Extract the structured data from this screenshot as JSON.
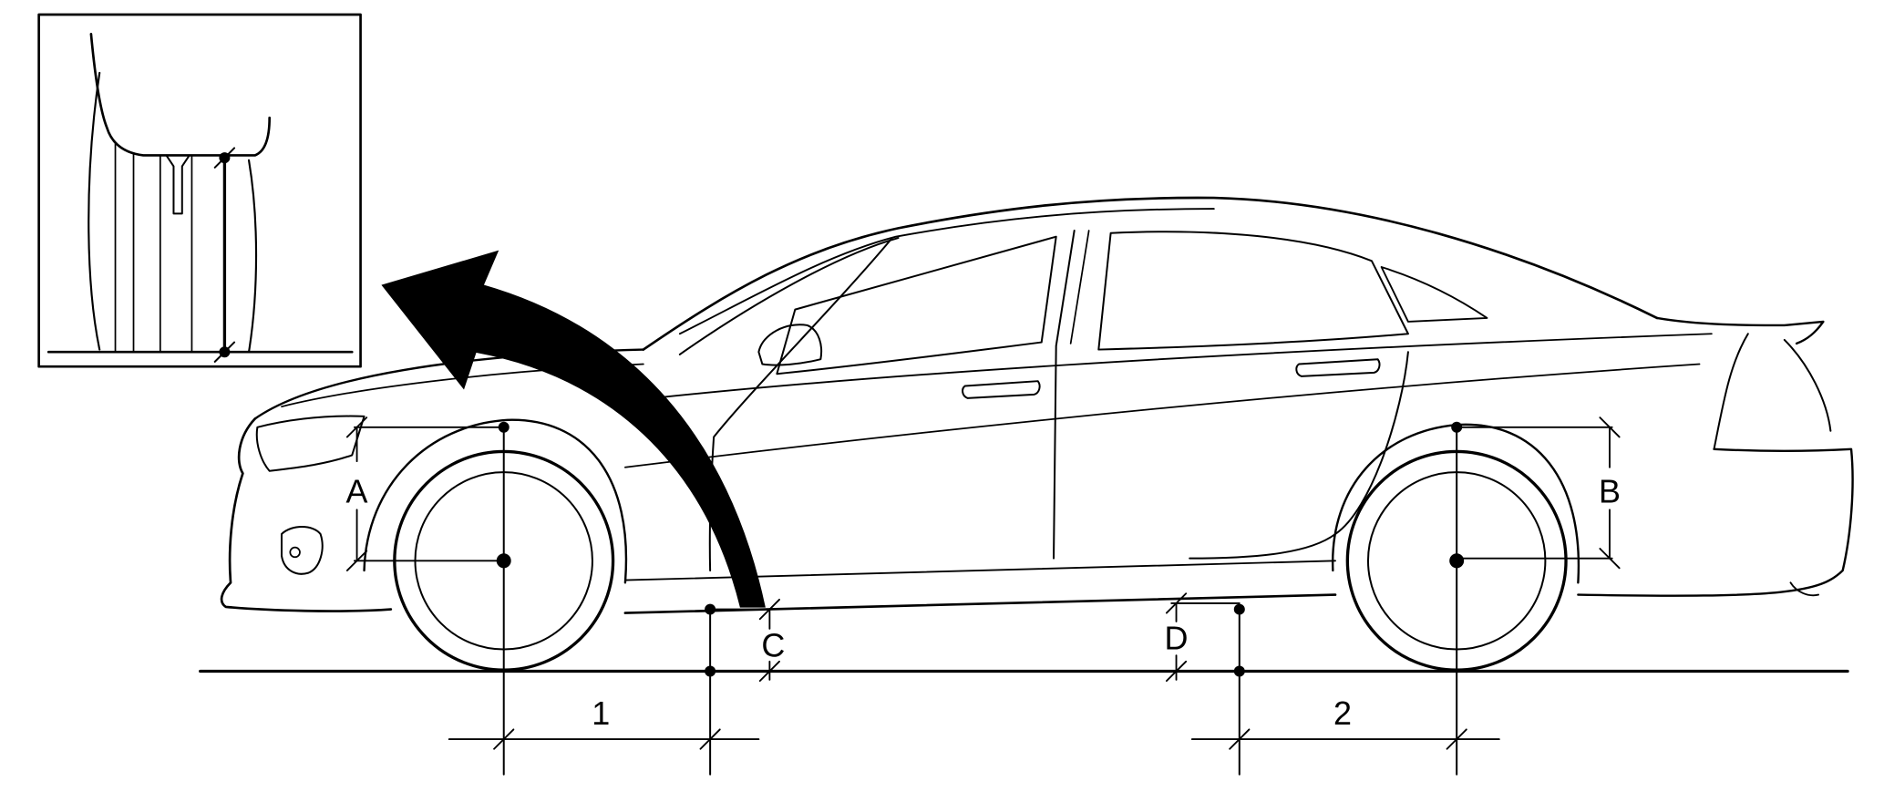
{
  "labels": {
    "A": "A",
    "B": "B",
    "C": "C",
    "D": "D",
    "one": "1",
    "two": "2"
  },
  "colors": {
    "ink": "#000000",
    "paper": "#ffffff"
  }
}
